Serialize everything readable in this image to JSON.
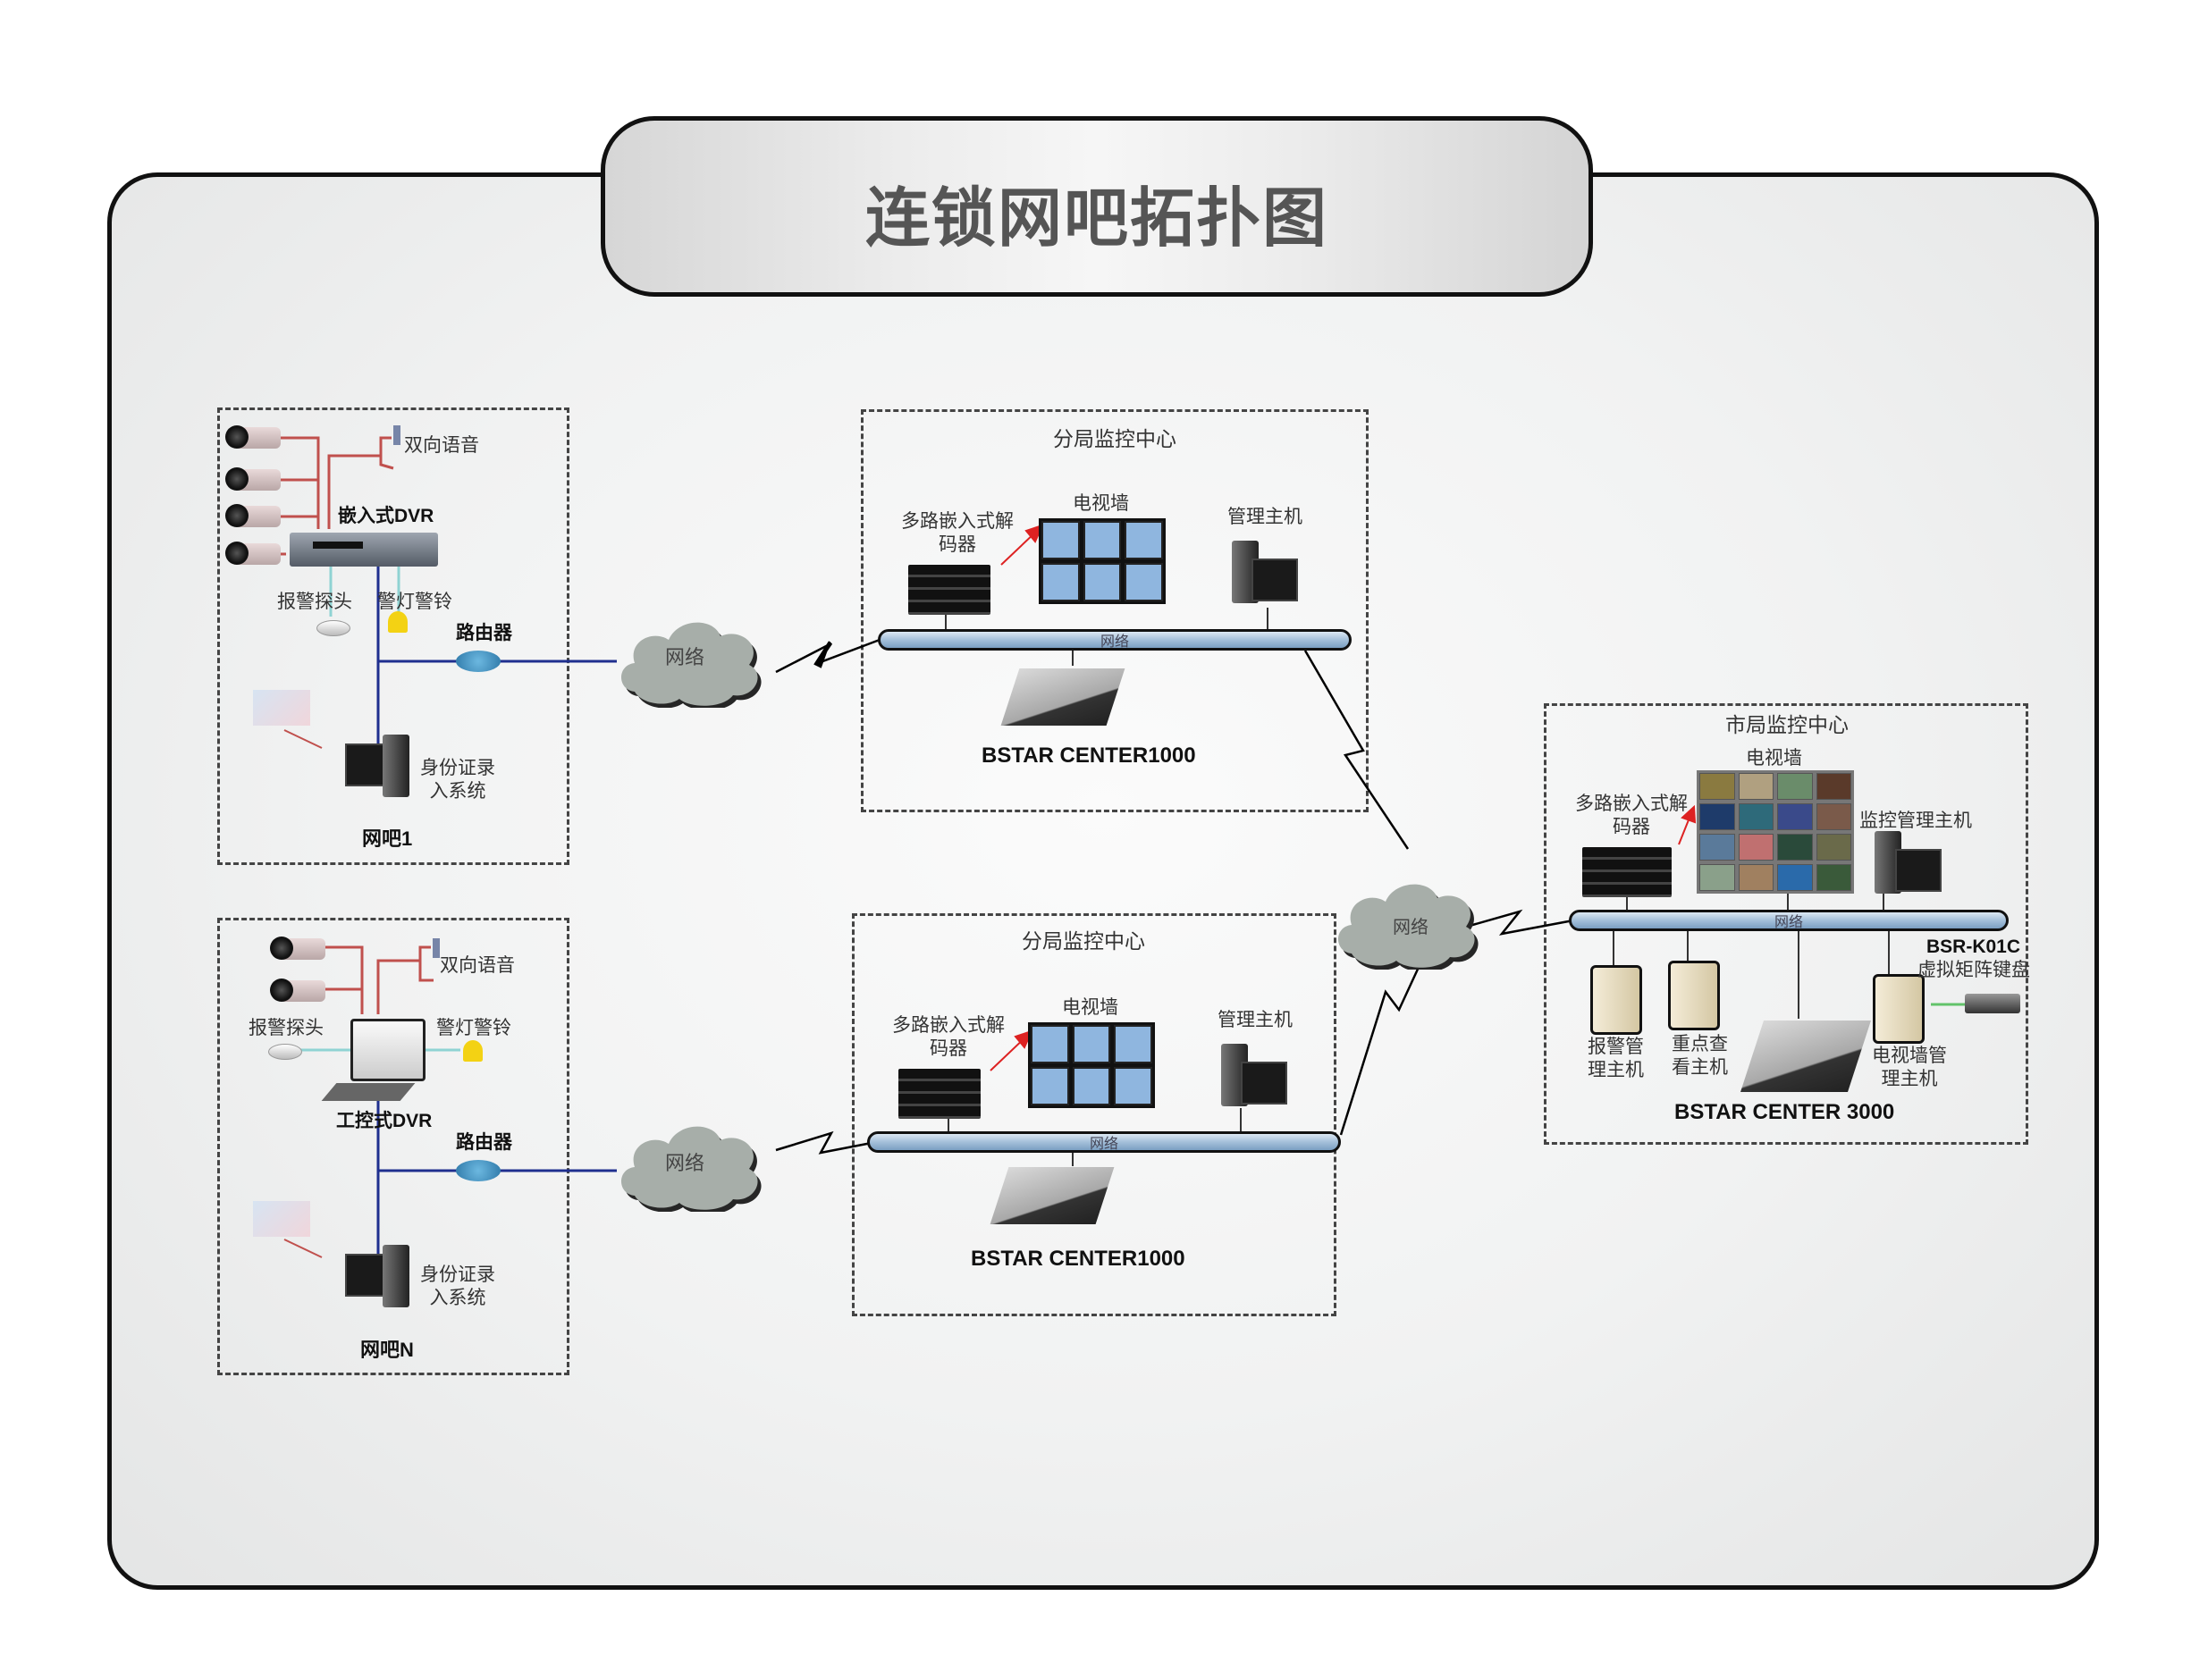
{
  "title": "连锁网吧拓扑图",
  "colors": {
    "video_line": "#c0504d",
    "alarm_line": "#8fd3d3",
    "network_line": "#1f2f8f",
    "bus_fill": "#a9c3dc",
    "cloud_fill": "#a7aea9",
    "keyboard_line": "#62c36a",
    "title_text": "#555555"
  },
  "internet_cafes": [
    {
      "name": "网吧1",
      "dvr_label": "嵌入式DVR",
      "two_way_audio": "双向语音",
      "alarm_probe": "报警探头",
      "alarm_light_bell": "警灯警铃",
      "router": "路由器",
      "id_system": [
        "身份证录",
        "入系统"
      ],
      "camera_count": 4
    },
    {
      "name": "网吧N",
      "dvr_label": "工控式DVR",
      "two_way_audio": "双向语音",
      "alarm_probe": "报警探头",
      "alarm_light_bell": "警灯警铃",
      "router": "路由器",
      "id_system": [
        "身份证录",
        "入系统"
      ],
      "camera_count": 2
    }
  ],
  "clouds": [
    {
      "label": "网络"
    },
    {
      "label": "网络"
    },
    {
      "label": "网络"
    }
  ],
  "branch_centers": [
    {
      "title": "分局监控中心",
      "decoder": [
        "多路嵌入式解",
        "码器"
      ],
      "tv_wall": "电视墙",
      "mgmt_host": "管理主机",
      "bus_label": "网络",
      "server": "BSTAR CENTER1000"
    },
    {
      "title": "分局监控中心",
      "decoder": [
        "多路嵌入式解",
        "码器"
      ],
      "tv_wall": "电视墙",
      "mgmt_host": "管理主机",
      "bus_label": "网络",
      "server": "BSTAR CENTER1000"
    }
  ],
  "city_center": {
    "title": "市局监控中心",
    "decoder": [
      "多路嵌入式解",
      "码器"
    ],
    "tv_wall": "电视墙",
    "monitor_host": "监控管理主机",
    "bus_label": "网络",
    "alarm_host": [
      "报警管",
      "理主机"
    ],
    "key_view_host": [
      "重点查",
      "看主机"
    ],
    "tvwall_host": [
      "电视墙管",
      "理主机"
    ],
    "keyboard_model": "BSR-K01C",
    "keyboard_name": "虚拟矩阵键盘",
    "server": "BSTAR CENTER 3000"
  }
}
